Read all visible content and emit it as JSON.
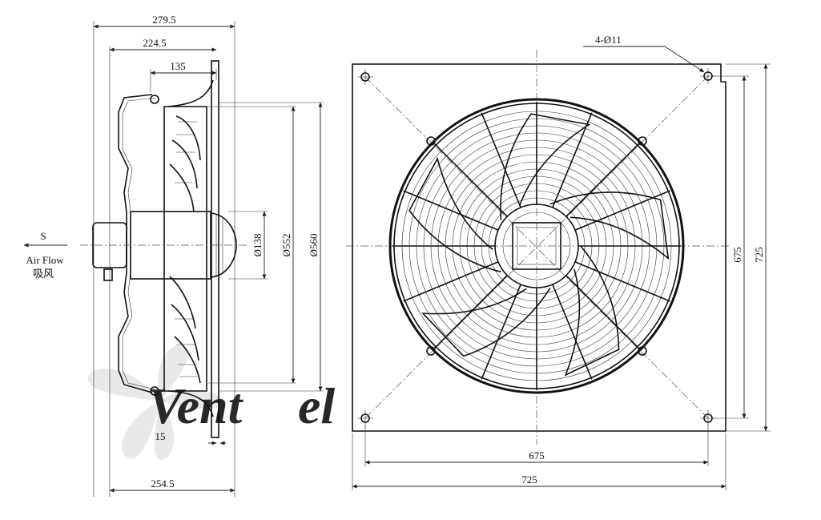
{
  "side_view": {
    "dimensions": {
      "overall_depth": "279.5",
      "guard_depth": "224.5",
      "motor_depth": "135",
      "flange_thickness": "15",
      "base_depth": "254.5",
      "hub_diameter": "Ø138",
      "impeller_diameter": "Ø552",
      "guard_diameter": "Ø560"
    },
    "airflow": {
      "direction": "S",
      "label_en": "Air Flow",
      "label_cn": "吸风"
    }
  },
  "front_view": {
    "dimensions": {
      "holes": "4-Ø11",
      "hole_spacing_horizontal": "675",
      "plate_width": "725",
      "hole_spacing_vertical": "675",
      "plate_height": "725"
    }
  },
  "watermark": {
    "brand_part1": "Vent",
    "brand_part2": "el",
    "color_main": "#e4e4e4",
    "color_accent": "#b9d6ee"
  },
  "colors": {
    "line": "#111111",
    "background": "#ffffff"
  }
}
